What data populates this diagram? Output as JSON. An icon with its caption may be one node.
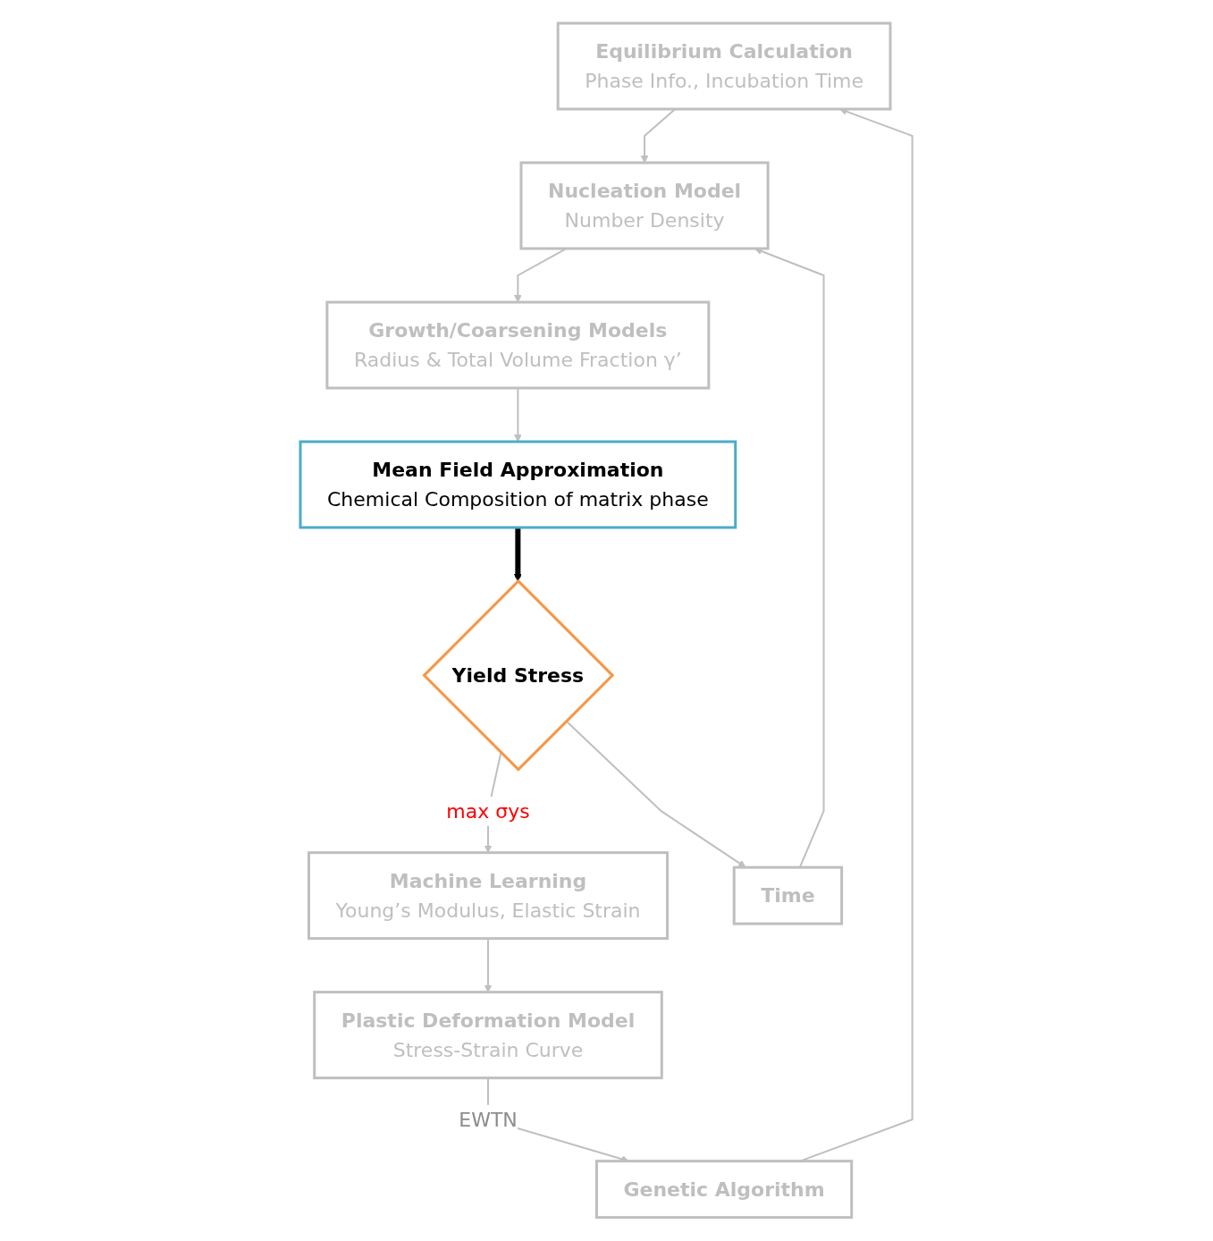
{
  "diagram": {
    "nodes": [
      {
        "text": [
          "Equilibrium Calculation",
          "Phase Info., Incubation Time"
        ]
      },
      {
        "text": [
          "Nucleation Model",
          "Number Density"
        ]
      },
      {
        "text": [
          "Growth/Coarsening Models",
          "Radius & Total Volume Fraction γ’"
        ]
      },
      {
        "text": [
          "Mean Field Approximation",
          "Chemical Composition of matrix phase"
        ]
      },
      {
        "text": [
          "Yield Stress"
        ]
      },
      {
        "text": [
          "Machine Learning",
          "Young’s Modulus, Elastic Strain"
        ]
      },
      {
        "text": [
          "Plastic Deformation Model",
          "Stress-Strain Curve"
        ]
      },
      {
        "text": [
          "Genetic Algorithm"
        ]
      },
      {
        "text": [
          "Time"
        ]
      }
    ],
    "edges": [
      {
        "from": 0,
        "to": 1,
        "arrow": "to"
      },
      {
        "from": 1,
        "to": 2,
        "arrow": "to"
      },
      {
        "from": 2,
        "to": 3,
        "arrow": "to"
      },
      {
        "from": 3,
        "to": 4,
        "arrow": "to",
        "style": "thick",
        "color": "#000000"
      },
      {
        "from": 4,
        "to": 5,
        "arrow": "to",
        "label": "max σys"
      },
      {
        "from": 5,
        "to": 6,
        "arrow": "to"
      },
      {
        "from": 6,
        "to": 7,
        "arrow": "to",
        "label": "EWTN"
      },
      {
        "from": 7,
        "to": 0,
        "arrow": "to"
      },
      {
        "from": 4,
        "to": 8,
        "arrow": "to"
      },
      {
        "from": 8,
        "to": 1,
        "arrow": "to"
      }
    ]
  }
}
